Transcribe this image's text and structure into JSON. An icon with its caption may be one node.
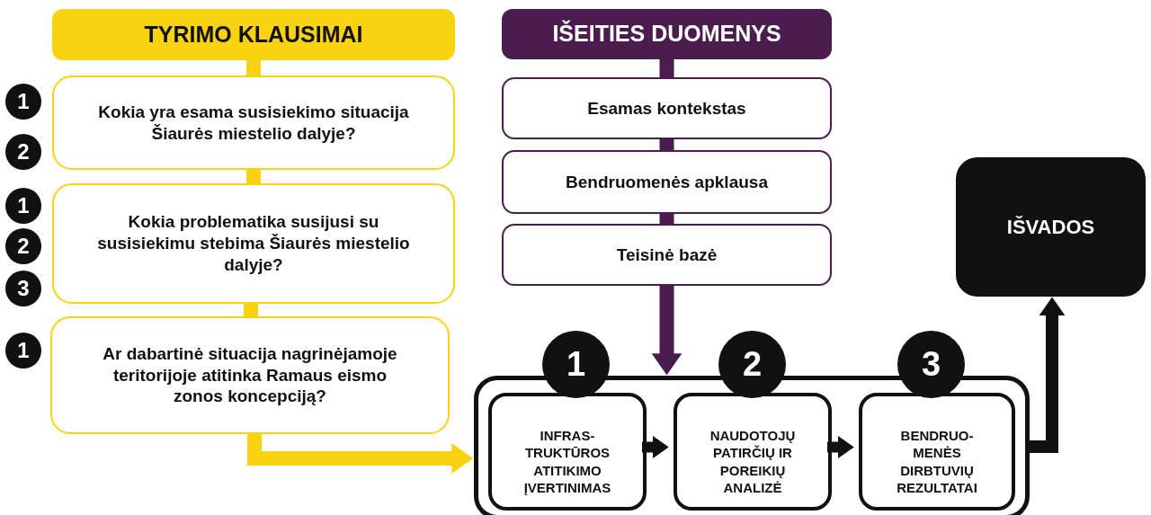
{
  "diagram": {
    "nodes": [
      {
        "text": [
          "TYRIMO KLAUSIMAI"
        ]
      },
      {
        "text": [
          "Kokia yra esama susisiekimo situacija Šiaurės miestelio dalyje?"
        ]
      },
      {
        "text": [
          "Kokia problematika susijusi su susisiekimu stebima Šiaurės miestelio dalyje?"
        ]
      },
      {
        "text": [
          "Ar dabartinė situacija nagrinėjamoje teritorijoje atitinka Ramaus eismo zonos koncepciją?"
        ]
      },
      {
        "text": [
          "IŠEITIES DUOMENYS"
        ]
      },
      {
        "text": [
          "Esamas kontekstas"
        ]
      },
      {
        "text": [
          "Bendruomenės apklausa"
        ]
      },
      {
        "text": [
          "Teisinė bazė"
        ]
      },
      {
        "text": [],
        "shape": "box"
      },
      {
        "text": [
          "INFRAS- TRUKTŪROS ATITIKIMO ĮVERTINIMAS"
        ],
        "in": 8
      },
      {
        "text": [
          "NAUDOTOJŲ PATIRČIŲ IR POREIKIŲ ANALIZĖ"
        ],
        "in": 8
      },
      {
        "text": [
          "BENDRUO- MENĖS DIRBTUVIŲ REZULTATAI"
        ],
        "in": 8
      },
      {
        "text": [
          "IŠVADOS"
        ]
      },
      {
        "text": [
          "1"
        ]
      },
      {
        "text": [
          "2"
        ]
      },
      {
        "text": [
          "3"
        ]
      },
      {
        "text": [
          "1"
        ]
      },
      {
        "text": [
          "2"
        ]
      },
      {
        "text": [
          "1"
        ]
      },
      {
        "text": [
          "2"
        ]
      },
      {
        "text": [
          "3"
        ]
      },
      {
        "text": [
          "1"
        ]
      }
    ],
    "edges": [
      {
        "from": 0,
        "to": 1,
        "arrow": "none",
        "color": "#f9d30f"
      },
      {
        "from": 1,
        "to": 2,
        "arrow": "none",
        "color": "#f9d30f"
      },
      {
        "from": 2,
        "to": 3,
        "arrow": "none",
        "color": "#f9d30f"
      },
      {
        "from": 3,
        "to": 8,
        "arrow": "to",
        "color": "#f9d30f"
      },
      {
        "from": 4,
        "to": 5,
        "arrow": "none",
        "color": "#4b1c4e"
      },
      {
        "from": 5,
        "to": 6,
        "arrow": "none",
        "color": "#4b1c4e"
      },
      {
        "from": 6,
        "to": 7,
        "arrow": "none",
        "color": "#4b1c4e"
      },
      {
        "from": 7,
        "to": 8,
        "arrow": "to",
        "color": "#4b1c4e"
      },
      {
        "from": 9,
        "to": 10,
        "arrow": "to",
        "color": "#111111"
      },
      {
        "from": 10,
        "to": 11,
        "arrow": "to",
        "color": "#111111"
      },
      {
        "from": 8,
        "to": 12,
        "arrow": "to",
        "color": "#111111"
      }
    ]
  }
}
